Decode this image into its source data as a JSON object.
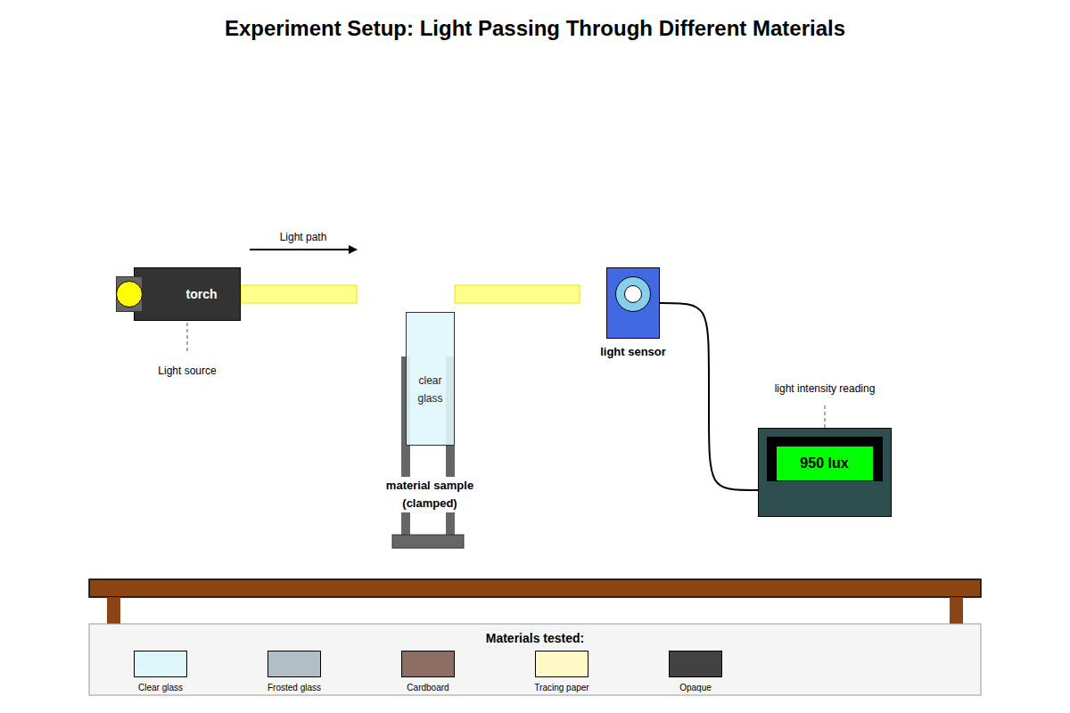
{
  "diagram": {
    "title": "Experiment Setup: Light Passing Through Different Materials",
    "nodes": [
      {
        "text": [
          "torch"
        ]
      },
      {
        "text": [
          "clear glass"
        ]
      },
      {
        "text": [
          "light sensor"
        ]
      },
      {
        "text": [
          "950 lux"
        ]
      }
    ],
    "edges": [
      {
        "from": 2,
        "to": 3,
        "arrow": "none"
      }
    ],
    "labels": [
      "Light path",
      "Light source",
      "material sample (clamped)",
      "light intensity reading",
      "Materials tested:"
    ],
    "legend": [
      {
        "text": "Clear glass",
        "color": "#e0f7fa"
      },
      {
        "text": "Frosted glass",
        "color": "#b0bec5"
      },
      {
        "text": "Cardboard",
        "color": "#8d6e63"
      },
      {
        "text": "Tracing paper",
        "color": "#fff9c4"
      },
      {
        "text": "Opaque",
        "color": "#424242"
      }
    ]
  }
}
